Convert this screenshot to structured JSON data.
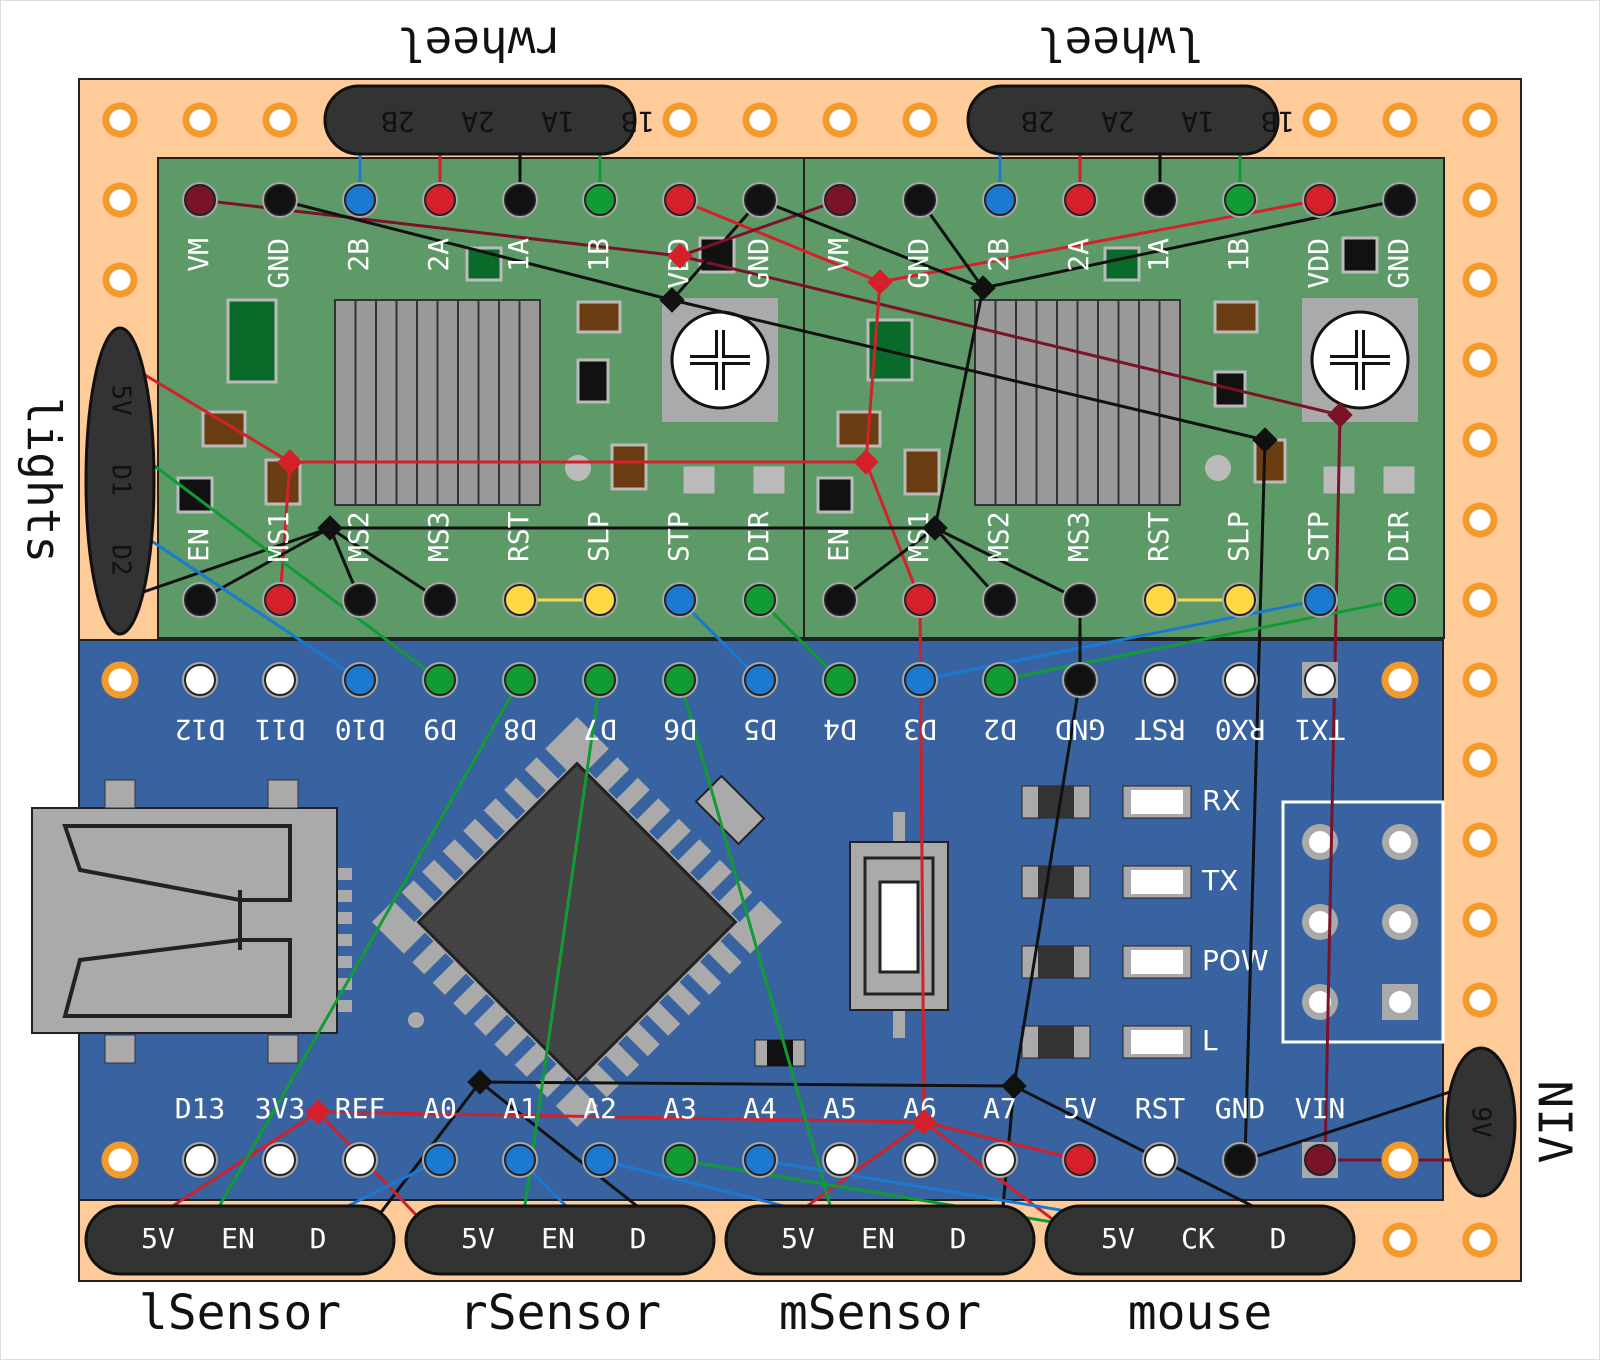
{
  "connectors": {
    "rwheel": {
      "title": "rwheel",
      "pins": [
        "2B",
        "2A",
        "1A",
        "1B"
      ]
    },
    "lwheel": {
      "title": "lwheel",
      "pins": [
        "2B",
        "2A",
        "1A",
        "1B"
      ]
    },
    "lights": {
      "title": "lights",
      "pins": [
        "5V",
        "D1",
        "D2"
      ]
    },
    "vin": {
      "title": "VIN",
      "pins": [
        "9V"
      ]
    },
    "lsensor": {
      "title": "lSensor",
      "pins": [
        "5V",
        "EN",
        "D"
      ]
    },
    "rsensor": {
      "title": "rSensor",
      "pins": [
        "5V",
        "EN",
        "D"
      ]
    },
    "msensor": {
      "title": "mSensor",
      "pins": [
        "5V",
        "EN",
        "D"
      ]
    },
    "mouse": {
      "title": "mouse",
      "pins": [
        "5V",
        "CK",
        "D"
      ]
    }
  },
  "driver": {
    "top_pins": [
      "VM",
      "GND",
      "2B",
      "2A",
      "1A",
      "1B",
      "VDD",
      "GND"
    ],
    "bottom_pins": [
      "EN",
      "MS1",
      "MS2",
      "MS3",
      "RST",
      "SLP",
      "STP",
      "DIR"
    ]
  },
  "nano": {
    "top_pins": [
      "D12",
      "D11",
      "D10",
      "D9",
      "D8",
      "D7",
      "D6",
      "D5",
      "D4",
      "D3",
      "D2",
      "GND",
      "RST",
      "RX0",
      "TX1"
    ],
    "bottom_pins": [
      "D13",
      "3V3",
      "REF",
      "A0",
      "A1",
      "A2",
      "A3",
      "A4",
      "A5",
      "A6",
      "A7",
      "5V",
      "RST",
      "GND",
      "VIN"
    ],
    "leds": [
      "RX",
      "TX",
      "POW",
      "L"
    ]
  },
  "colors": {
    "board": "#ffcc99",
    "driver": "#5e9a68",
    "nano": "#3863a0",
    "wire_red": "#d4202a",
    "wire_darkred": "#7a1228",
    "wire_black": "#111111",
    "wire_blue": "#1a7ad1",
    "wire_green": "#119b33",
    "wire_yellow": "#ffd845"
  }
}
